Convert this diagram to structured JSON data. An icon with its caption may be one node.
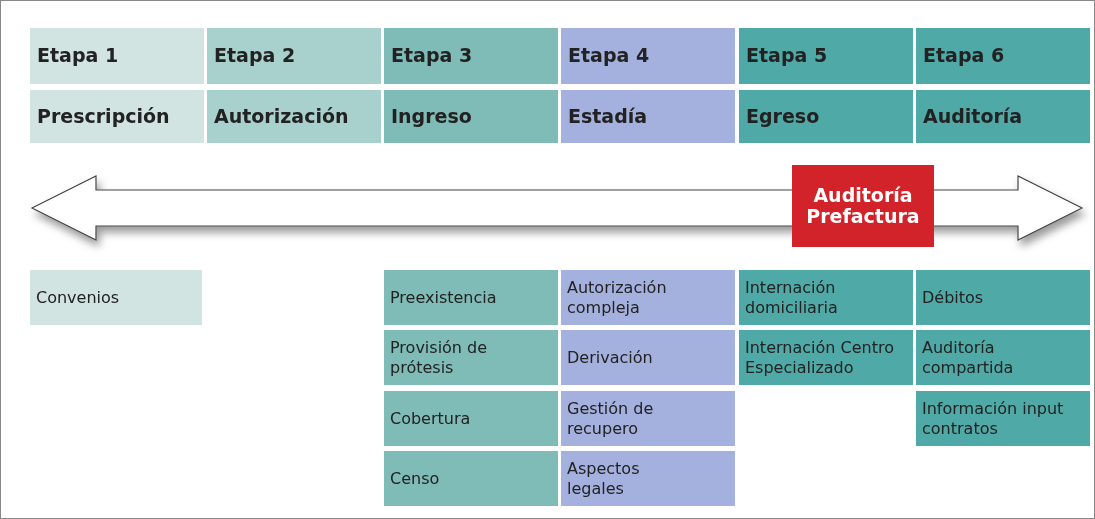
{
  "diagram": {
    "nodes": [
      {
        "text": [
          "Etapa 1"
        ]
      },
      {
        "text": [
          "Etapa 2"
        ]
      },
      {
        "text": [
          "Etapa 3"
        ]
      },
      {
        "text": [
          "Etapa 4"
        ]
      },
      {
        "text": [
          "Etapa 5"
        ]
      },
      {
        "text": [
          "Etapa 6"
        ]
      },
      {
        "text": [
          "Prescripción"
        ]
      },
      {
        "text": [
          "Autorización"
        ]
      },
      {
        "text": [
          "Ingreso"
        ]
      },
      {
        "text": [
          "Estadía"
        ]
      },
      {
        "text": [
          "Egreso"
        ]
      },
      {
        "text": [
          "Auditoría"
        ]
      },
      {
        "text": [
          "Auditoría Prefactura"
        ]
      },
      {
        "text": [
          "Convenios"
        ]
      },
      {
        "text": [
          "Preexistencia"
        ]
      },
      {
        "text": [
          "Autorización compleja"
        ]
      },
      {
        "text": [
          "Internación domiciliaria"
        ]
      },
      {
        "text": [
          "Débitos"
        ]
      },
      {
        "text": [
          "Provisión de prótesis"
        ]
      },
      {
        "text": [
          "Derivación"
        ]
      },
      {
        "text": [
          "Internación Centro Especializado"
        ]
      },
      {
        "text": [
          "Auditoría compartida"
        ]
      },
      {
        "text": [
          "Cobertura"
        ]
      },
      {
        "text": [
          "Gestión de recupero"
        ]
      },
      {
        "text": [
          "Información input contratos"
        ]
      },
      {
        "text": [
          "Censo"
        ]
      },
      {
        "text": [
          "Aspectos legales"
        ]
      }
    ],
    "edges": []
  }
}
